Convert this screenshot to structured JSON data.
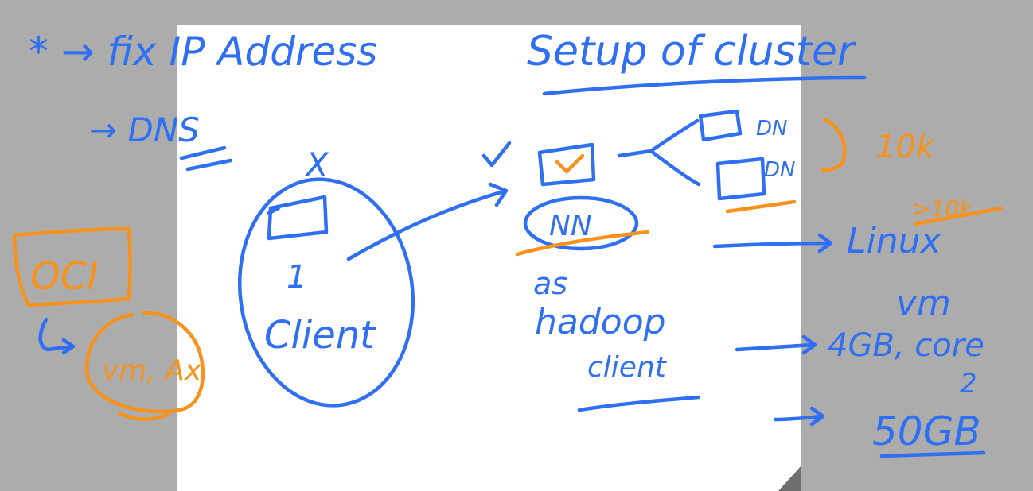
{
  "colors": {
    "canvas_background": "#acacac",
    "page_background": "#ffffff",
    "blue_ink": "#2f6ff2",
    "orange_ink": "#f7921c"
  },
  "notes": {
    "fix_ip": "* → fix IP Address",
    "dns": "→ DNS",
    "title": "Setup of cluster",
    "x_mark": "X",
    "client_number": "1",
    "client_label": "Client",
    "nn_label": "NN",
    "as_label": "as",
    "hadoop_label": "hadoop",
    "hadoop_client_label": "client",
    "dn_label": "DN",
    "dn_count": "10k",
    "linux_count": ">10k",
    "linux_label": "Linux",
    "vm_label": "vm",
    "spec_ram_core": "4GB, core",
    "spec_core_count": "2",
    "spec_disk": "50GB",
    "oci_label": "OCI",
    "vm_ax_label": "vm, Ax"
  }
}
